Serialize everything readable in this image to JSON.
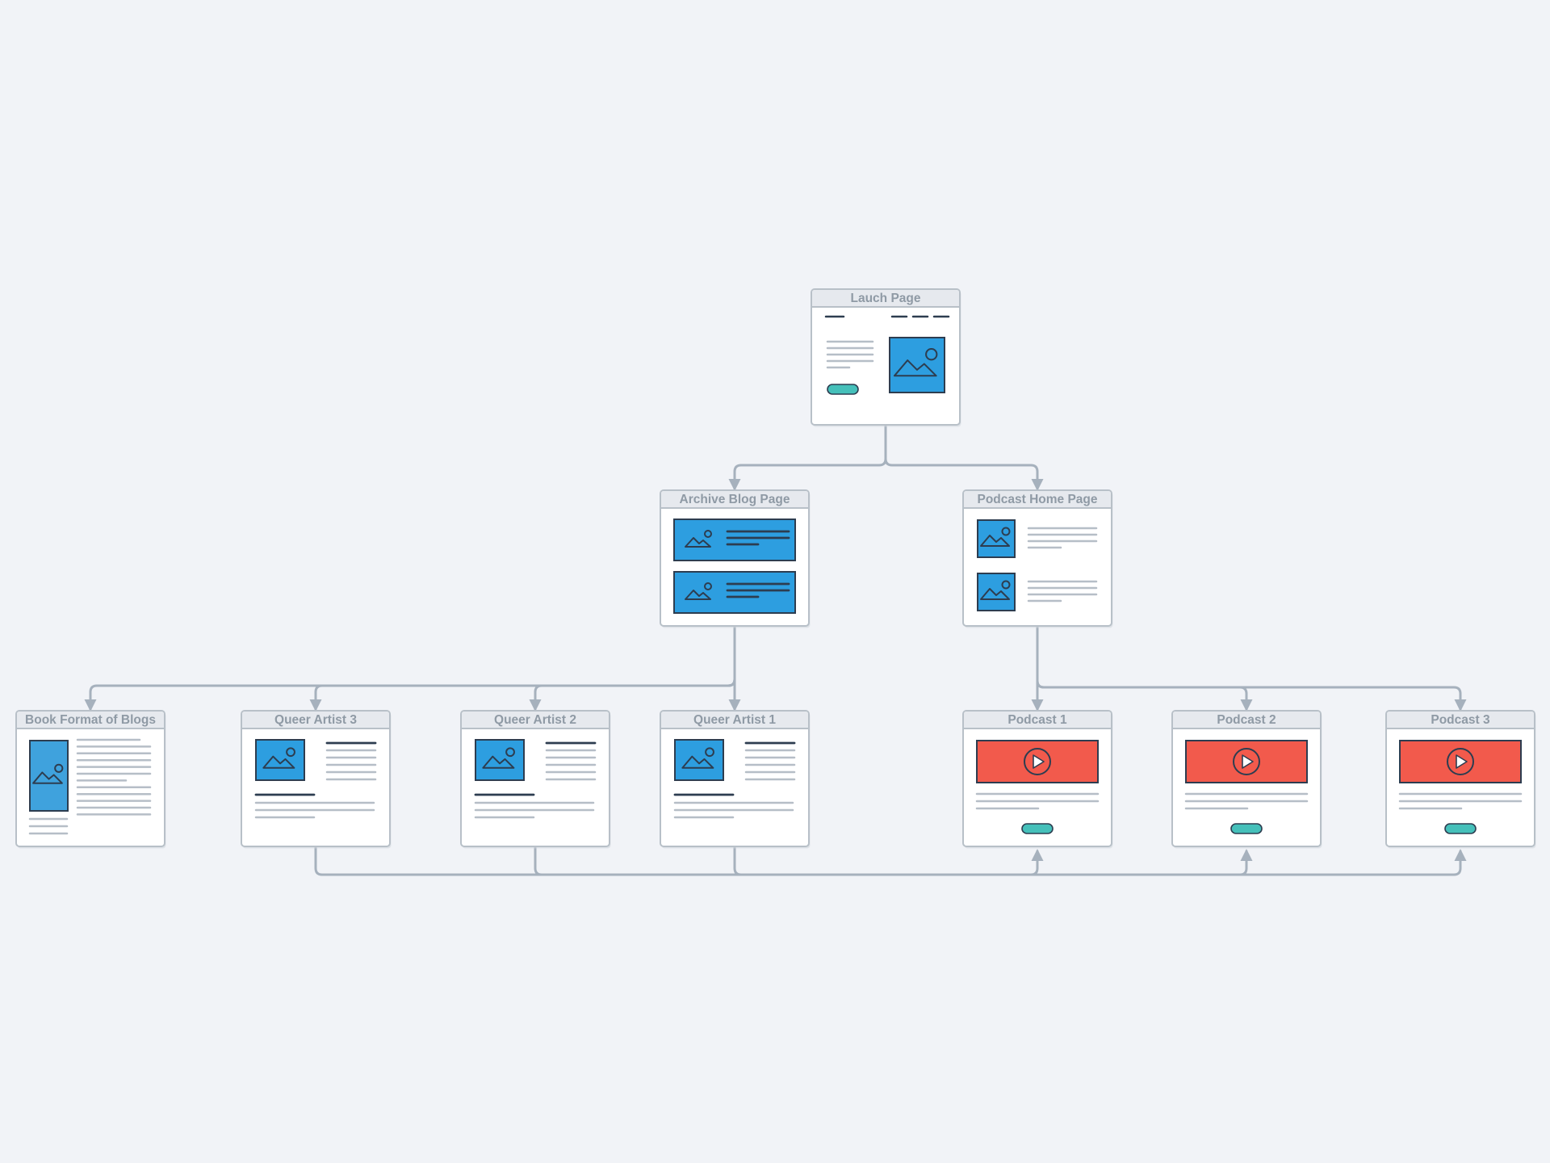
{
  "colors": {
    "background": "#f1f3f7",
    "card_border": "#b8c0c8",
    "card_header": "#e6e9ee",
    "card_body": "#ffffff",
    "connector": "#a6b1bd",
    "image_block": "#2d9ee0",
    "image_block_alt": "#3fa2dd",
    "video_block": "#f25a4c",
    "button": "#45c0ba",
    "dark_line": "#2d3d50",
    "grey_line": "#b6bec7",
    "title_text": "#8f9aa5"
  },
  "nodes": {
    "launch": {
      "title": "Lauch Page",
      "kind": "launch",
      "icon": "image-icon"
    },
    "archive": {
      "title": "Archive Blog Page",
      "kind": "archive",
      "icon": "image-icon"
    },
    "podcast_home": {
      "title": "Podcast Home Page",
      "kind": "podcast-home",
      "icon": "image-icon"
    },
    "book_format": {
      "title": "Book Format of Blogs",
      "kind": "book",
      "icon": "image-icon"
    },
    "queer_artist_3": {
      "title": "Queer Artist 3",
      "kind": "artist",
      "icon": "image-icon"
    },
    "queer_artist_2": {
      "title": "Queer Artist 2",
      "kind": "artist",
      "icon": "image-icon"
    },
    "queer_artist_1": {
      "title": "Queer Artist 1",
      "kind": "artist",
      "icon": "image-icon"
    },
    "podcast_1": {
      "title": "Podcast 1",
      "kind": "podcast",
      "icon": "play-icon"
    },
    "podcast_2": {
      "title": "Podcast 2",
      "kind": "podcast",
      "icon": "play-icon"
    },
    "podcast_3": {
      "title": "Podcast 3",
      "kind": "podcast",
      "icon": "play-icon"
    }
  },
  "edges": [
    {
      "from": "launch",
      "to": "archive"
    },
    {
      "from": "launch",
      "to": "podcast_home"
    },
    {
      "from": "archive",
      "to": "book_format"
    },
    {
      "from": "archive",
      "to": "queer_artist_3"
    },
    {
      "from": "archive",
      "to": "queer_artist_2"
    },
    {
      "from": "archive",
      "to": "queer_artist_1"
    },
    {
      "from": "podcast_home",
      "to": "podcast_1"
    },
    {
      "from": "podcast_home",
      "to": "podcast_2"
    },
    {
      "from": "podcast_home",
      "to": "podcast_3"
    },
    {
      "from": "queer_artist_3",
      "to": "podcast_1"
    },
    {
      "from": "queer_artist_2",
      "to": "podcast_2"
    },
    {
      "from": "queer_artist_1",
      "to": "podcast_3"
    }
  ]
}
